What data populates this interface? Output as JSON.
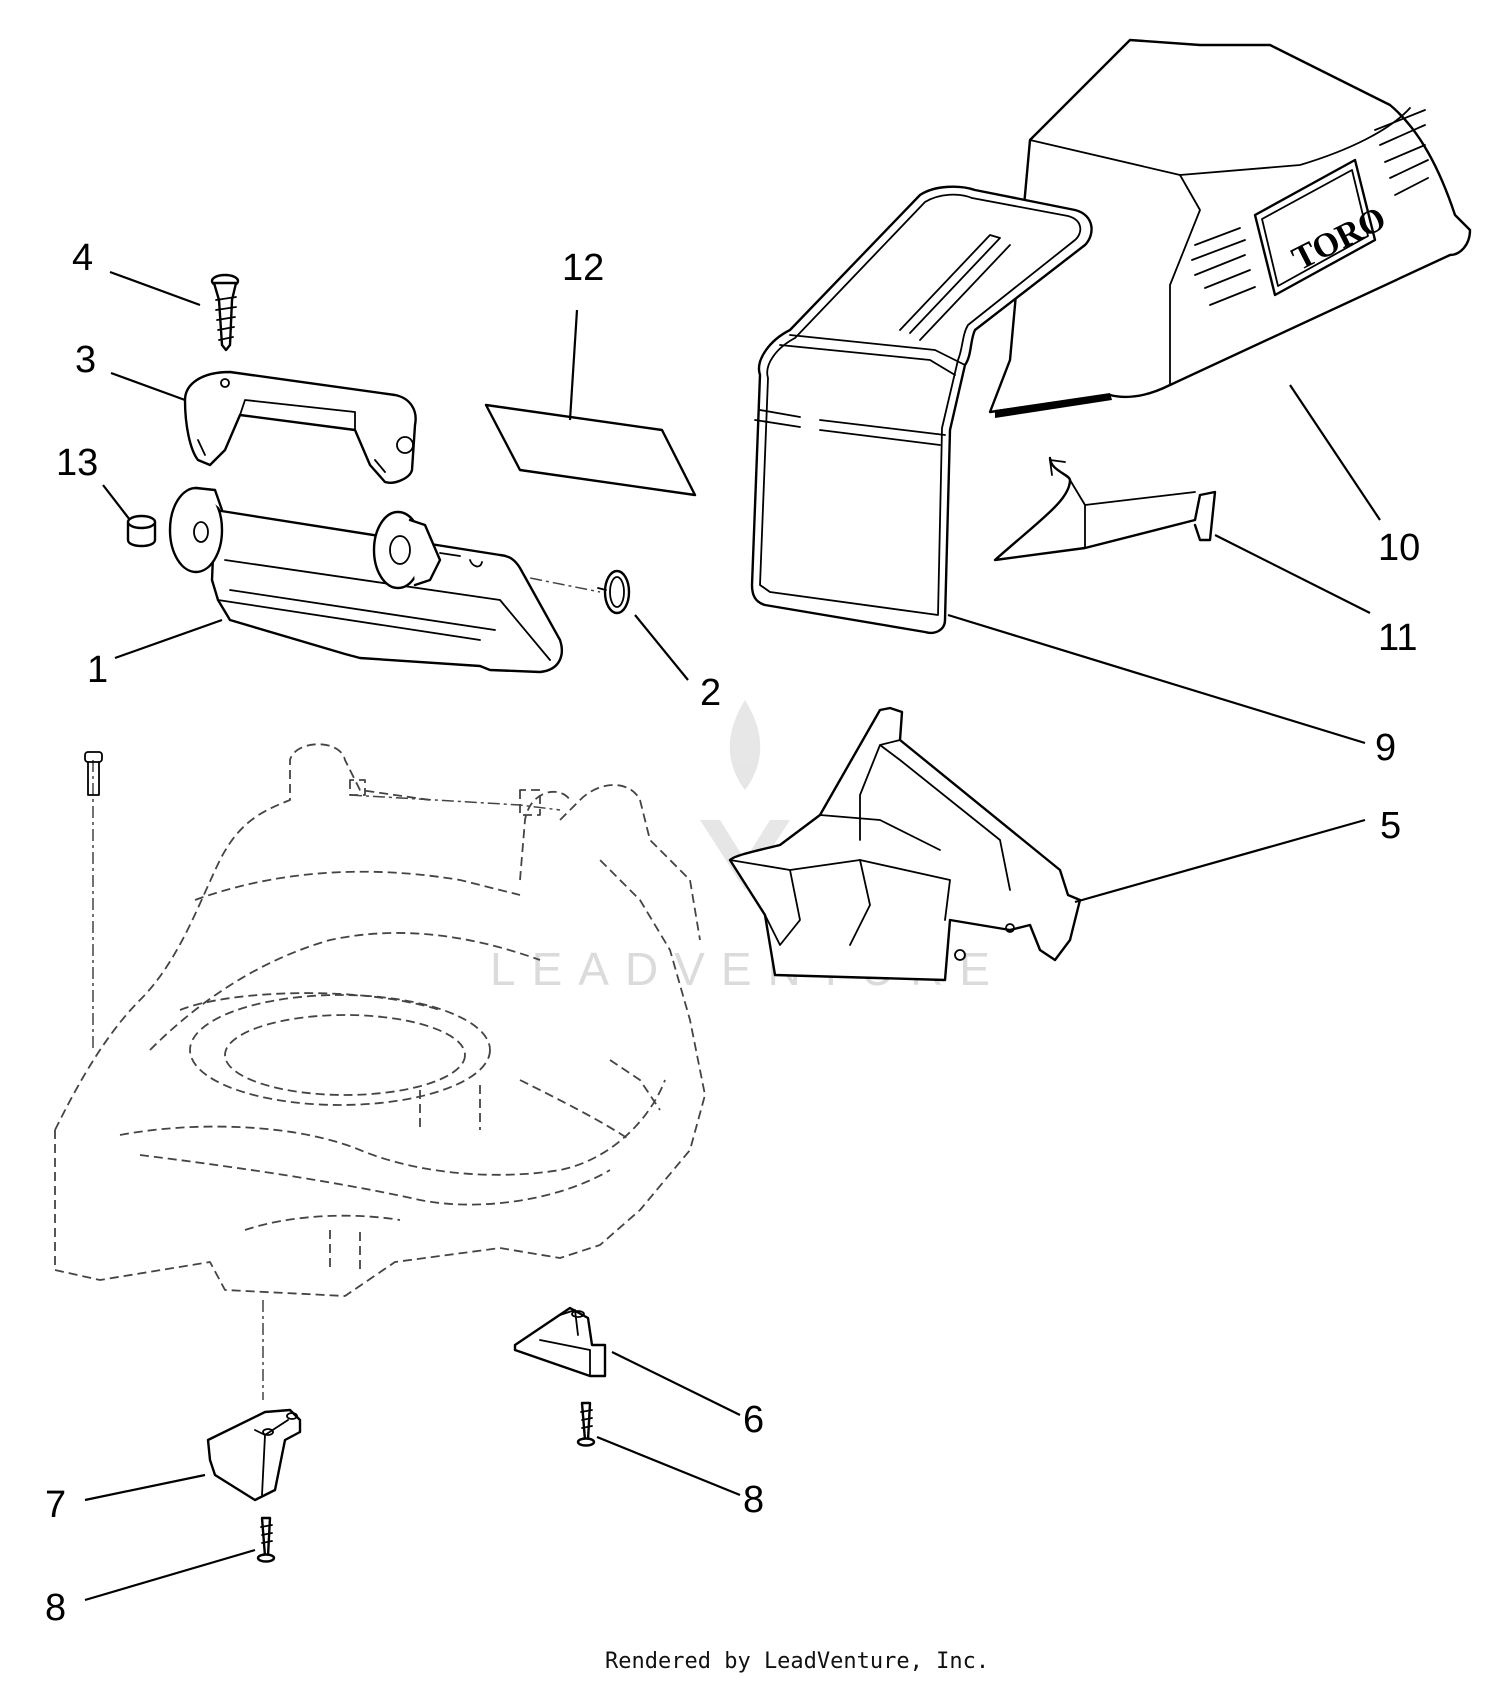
{
  "callouts": [
    {
      "id": "c1",
      "label": "1"
    },
    {
      "id": "c2",
      "label": "2"
    },
    {
      "id": "c3",
      "label": "3"
    },
    {
      "id": "c4",
      "label": "4"
    },
    {
      "id": "c5",
      "label": "5"
    },
    {
      "id": "c6",
      "label": "6"
    },
    {
      "id": "c7",
      "label": "7"
    },
    {
      "id": "c8a",
      "label": "8"
    },
    {
      "id": "c8b",
      "label": "8"
    },
    {
      "id": "c9",
      "label": "9"
    },
    {
      "id": "c10",
      "label": "10"
    },
    {
      "id": "c11",
      "label": "11"
    },
    {
      "id": "c12",
      "label": "12"
    },
    {
      "id": "c13",
      "label": "13"
    }
  ],
  "bag_logo_text": "TORO",
  "watermark_text": "LEADVENTURE",
  "footer_text": "Rendered by LeadVenture, Inc."
}
